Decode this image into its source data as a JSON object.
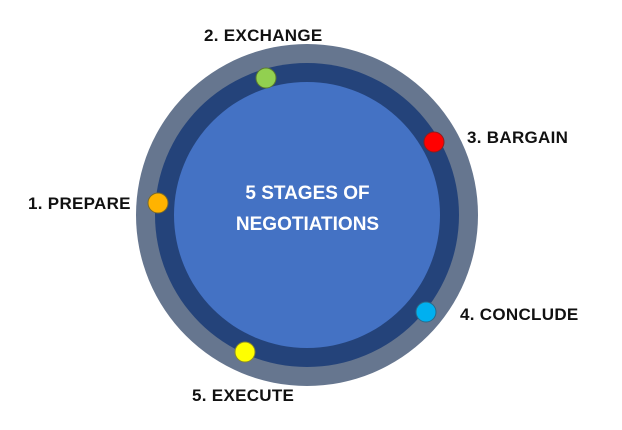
{
  "title": [
    "5 STAGES OF",
    "NEGOTIATIONS"
  ],
  "stages": [
    {
      "label": "1. PREPARE",
      "color": "#FFB300"
    },
    {
      "label": "2. EXCHANGE",
      "color": "#92D050"
    },
    {
      "label": "3. BARGAIN",
      "color": "#FF0000"
    },
    {
      "label": "4. CONCLUDE",
      "color": "#00B0F0"
    },
    {
      "label": "5. EXECUTE",
      "color": "#FFFF00"
    }
  ],
  "colors": {
    "outer_ring": "#66768F",
    "middle_ring": "#24437A",
    "inner_circle": "#4472C4"
  }
}
